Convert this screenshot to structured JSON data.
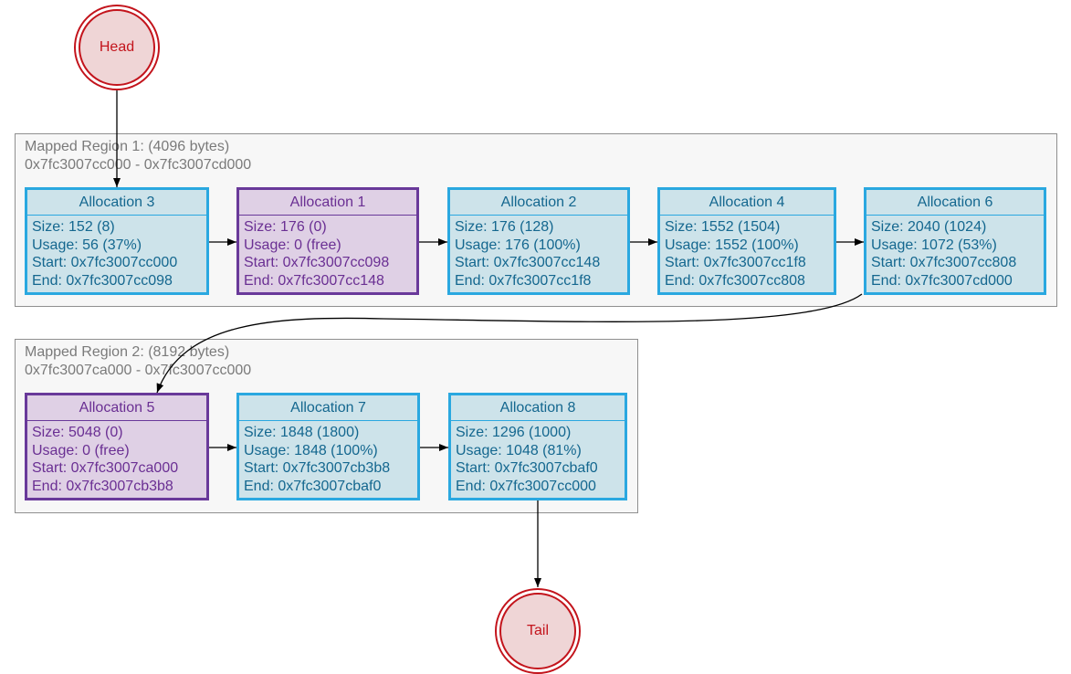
{
  "head_label": "Head",
  "tail_label": "Tail",
  "regions": [
    {
      "title": "Mapped Region 1: (4096 bytes)",
      "range": "0x7fc3007cc000 - 0x7fc3007cd000"
    },
    {
      "title": "Mapped Region 2: (8192 bytes)",
      "range": "0x7fc3007ca000 - 0x7fc3007cc000"
    }
  ],
  "allocations": [
    {
      "title": "Allocation 3",
      "size": "Size: 152 (8)",
      "usage": "Usage: 56 (37%)",
      "start": "Start: 0x7fc3007cc000",
      "end": "End: 0x7fc3007cc098",
      "state": "used"
    },
    {
      "title": "Allocation 1",
      "size": "Size: 176 (0)",
      "usage": "Usage: 0 (free)",
      "start": "Start: 0x7fc3007cc098",
      "end": "End: 0x7fc3007cc148",
      "state": "free"
    },
    {
      "title": "Allocation 2",
      "size": "Size: 176 (128)",
      "usage": "Usage: 176 (100%)",
      "start": "Start: 0x7fc3007cc148",
      "end": "End: 0x7fc3007cc1f8",
      "state": "used"
    },
    {
      "title": "Allocation 4",
      "size": "Size: 1552 (1504)",
      "usage": "Usage: 1552 (100%)",
      "start": "Start: 0x7fc3007cc1f8",
      "end": "End: 0x7fc3007cc808",
      "state": "used"
    },
    {
      "title": "Allocation 6",
      "size": "Size: 2040 (1024)",
      "usage": "Usage: 1072 (53%)",
      "start": "Start: 0x7fc3007cc808",
      "end": "End: 0x7fc3007cd000",
      "state": "used"
    },
    {
      "title": "Allocation 5",
      "size": "Size: 5048 (0)",
      "usage": "Usage: 0 (free)",
      "start": "Start: 0x7fc3007ca000",
      "end": "End: 0x7fc3007cb3b8",
      "state": "free"
    },
    {
      "title": "Allocation 7",
      "size": "Size: 1848 (1800)",
      "usage": "Usage: 1848 (100%)",
      "start": "Start: 0x7fc3007cb3b8",
      "end": "End: 0x7fc3007cbaf0",
      "state": "used"
    },
    {
      "title": "Allocation 8",
      "size": "Size: 1296 (1000)",
      "usage": "Usage: 1048 (81%)",
      "start": "Start: 0x7fc3007cbaf0",
      "end": "End: 0x7fc3007cc000",
      "state": "used"
    }
  ],
  "colors": {
    "used_fill": "#cde3ea",
    "used_border": "#2aa8e0",
    "used_text": "#14678f",
    "free_fill": "#dfd0e5",
    "free_border": "#69399a",
    "free_text": "#6a2f93",
    "terminal_border": "#c3141c",
    "terminal_fill": "#efd5d6",
    "cluster_fill": "#f7f7f7",
    "cluster_border": "#8f8f8f",
    "cluster_text": "#7a7a7a"
  }
}
